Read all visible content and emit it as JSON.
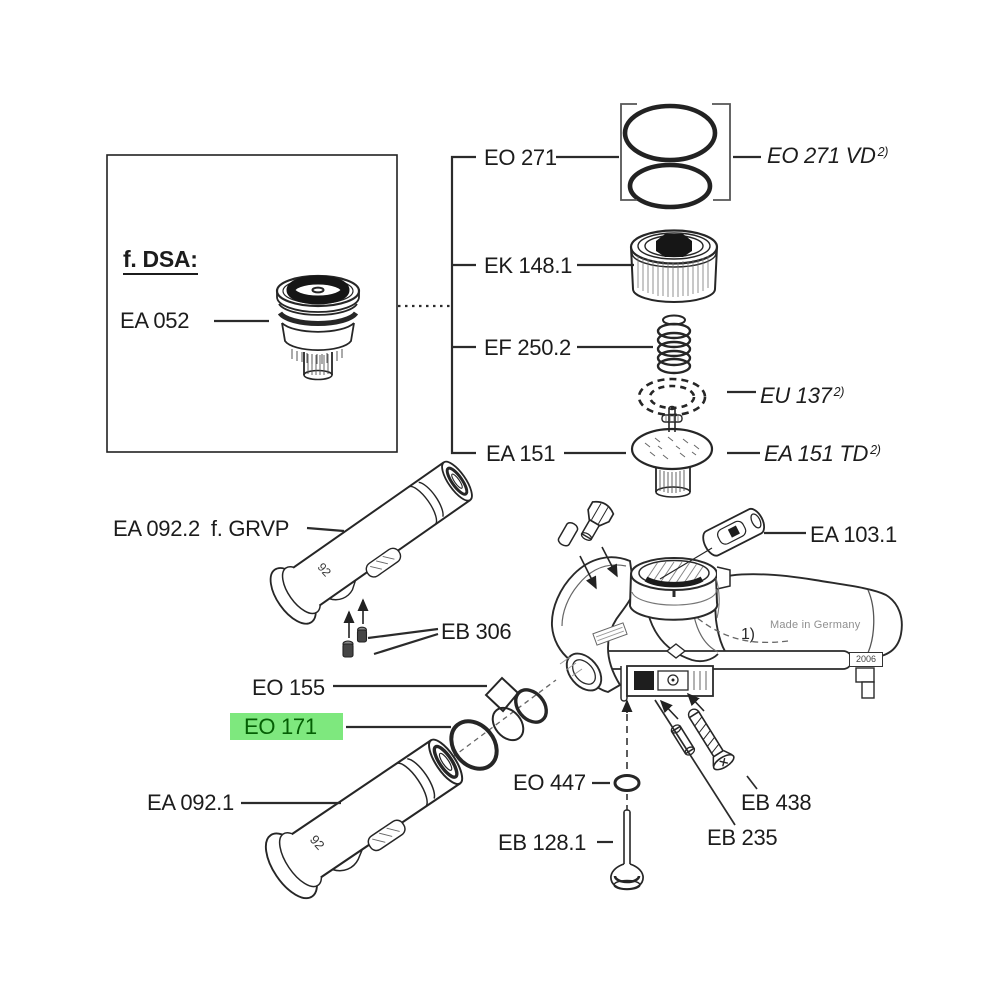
{
  "colors": {
    "highlight_bg": "#7ee87e",
    "highlight_text": "#045f04",
    "line_art": "#2b2b2b"
  },
  "labels": {
    "f_dsa": "f. DSA:",
    "ea052": "EA 052",
    "eo271": "EO 271",
    "eo271vd": "EO 271 VD",
    "eo271vd_sup": "2)",
    "ek1481": "EK 148.1",
    "ef2502": "EF 250.2",
    "eu137": "EU 137",
    "eu137_sup": "2)",
    "ea151": "EA 151",
    "ea151td": "EA 151 TD",
    "ea151td_sup": "2)",
    "ea0922": "EA 092.2",
    "ea0922_suffix": "f. GRVP",
    "eb306": "EB 306",
    "eo155": "EO 155",
    "eo171": "EO 171",
    "ea0921": "EA 092.1",
    "eo447": "EO 447",
    "eb1281": "EB 128.1",
    "eb438": "EB 438",
    "eb235": "EB 235",
    "ea1031": "EA 103.1",
    "made_in_germany": "Made in Germany",
    "note_1": "1)",
    "badge_2006": "2006",
    "spout_mark_upper": "92",
    "spout_mark_lower": "92"
  }
}
